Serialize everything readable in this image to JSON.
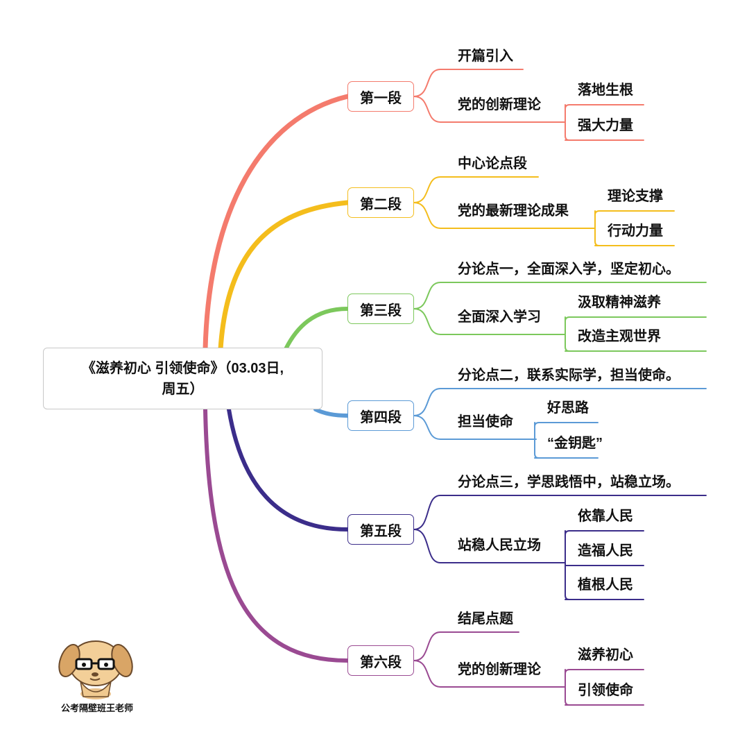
{
  "root": {
    "line1": "《滋养初心 引领使命》（03.03日,",
    "line2": "周五）"
  },
  "colors": [
    "#f47b6d",
    "#f4bd1c",
    "#7cc85c",
    "#5b9ad6",
    "#3b2d8a",
    "#9a4a92"
  ],
  "sections": [
    {
      "label": "第一段",
      "top_label": "开篇引入",
      "sub_label": "党的创新理论",
      "leaves": [
        "落地生根",
        "强大力量"
      ]
    },
    {
      "label": "第二段",
      "top_label": "中心论点段",
      "sub_label": "党的最新理论成果",
      "leaves": [
        "理论支撑",
        "行动力量"
      ]
    },
    {
      "label": "第三段",
      "top_label": "分论点一，全面深入学，坚定初心。",
      "sub_label": "全面深入学习",
      "leaves": [
        "汲取精神滋养",
        "改造主观世界"
      ]
    },
    {
      "label": "第四段",
      "top_label": "分论点二，联系实际学，担当使命。",
      "sub_label": "担当使命",
      "leaves": [
        "好思路",
        "“金钥匙”"
      ]
    },
    {
      "label": "第五段",
      "top_label": "分论点三，学思践悟中，站稳立场。",
      "sub_label": "站稳人民立场",
      "leaves": [
        "依靠人民",
        "造福人民",
        "植根人民"
      ]
    },
    {
      "label": "第六段",
      "top_label": "结尾点题",
      "sub_label": "党的创新理论",
      "leaves": [
        "滋养初心",
        "引领使命"
      ]
    }
  ],
  "watermark": {
    "caption": "公考隔壁班王老师",
    "icon": "dog-teacher-mascot-icon"
  }
}
